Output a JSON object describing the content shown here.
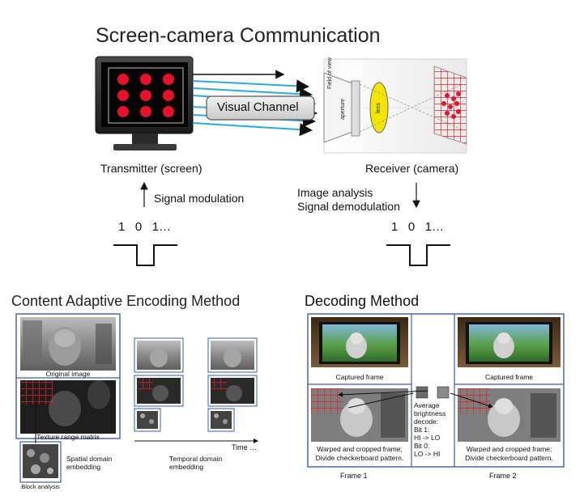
{
  "titles": {
    "main": "Screen-camera Communication",
    "encoding": "Content Adaptive Encoding Method",
    "decoding": "Decoding Method"
  },
  "top": {
    "visual_channel": "Visual Channel",
    "transmitter": "Transmitter (screen)",
    "receiver": "Receiver (camera)",
    "signal_modulation": "Signal modulation",
    "image_analysis": "Image analysis",
    "signal_demodulation": "Signal demodulation",
    "bits_left": "1   0   1…",
    "bits_right": "1   0   1…",
    "camera_field_of_view": "Field of view",
    "camera_aperture": "aperture",
    "camera_lens": "lens"
  },
  "encoding": {
    "original_image": "Original image",
    "texture_range_matrix": "Texture range matrix",
    "block_analysis": "Block analysis",
    "spatial_line1": "Spatial domain",
    "spatial_line2": "embedding",
    "temporal_line1": "Temporal domain",
    "temporal_line2": "embedding",
    "time": "Time …"
  },
  "decoding": {
    "captured_frame_1": "Captured frame",
    "captured_frame_2": "Captured frame",
    "warped_1_line1": "Warped and cropped frame;",
    "warped_1_line2": "Divide checkerboard pattern.",
    "warped_2_line1": "Warped and cropped frame;",
    "warped_2_line2": "Divide checkerboard pattern.",
    "avg_line1": "Average",
    "avg_line2": "brightness",
    "avg_line3": "decode:",
    "avg_line4": "Bit 1:",
    "avg_line5": "HI -> LO",
    "avg_line6": "Bit 0:",
    "avg_line7": "LO -> HI",
    "frame_1": "Frame 1",
    "frame_2": "Frame 2"
  },
  "colors": {
    "dot_red": "#e8102a",
    "beam_blue": "#29a9e1",
    "frame_blue": "#3b5ea8",
    "grid_red": "#e0202a",
    "lens_yellow": "#f3e600"
  }
}
